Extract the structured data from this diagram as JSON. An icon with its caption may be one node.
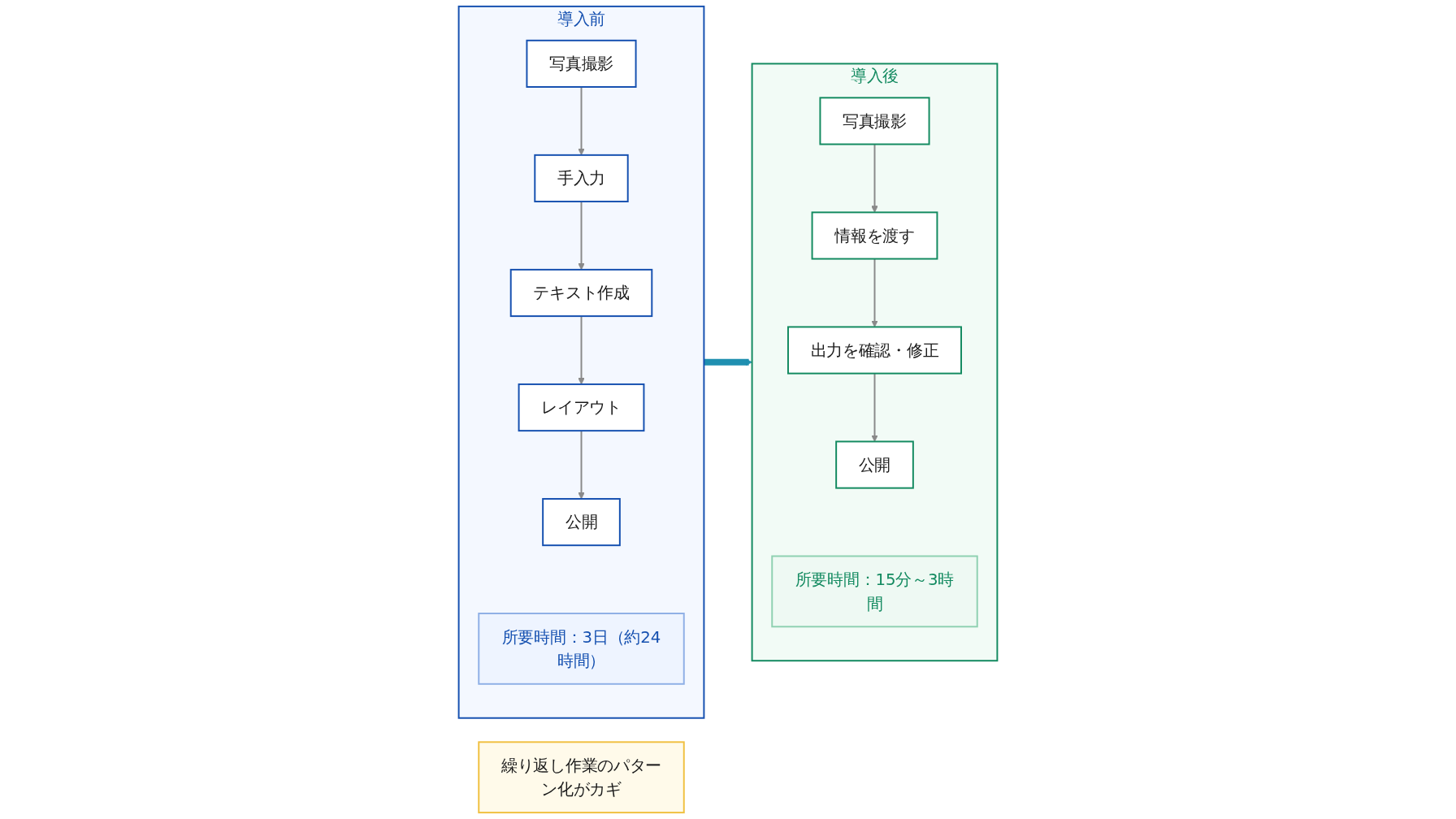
{
  "diagram": {
    "nodes": [
      {
        "text": [
          "導入前"
        ]
      },
      {
        "text": [
          "写真撮影"
        ],
        "in": 0
      },
      {
        "text": [
          "手入力"
        ],
        "in": 0
      },
      {
        "text": [
          "テキスト作成"
        ],
        "in": 0
      },
      {
        "text": [
          "レイアウト"
        ],
        "in": 0
      },
      {
        "text": [
          "公開"
        ],
        "in": 0
      },
      {
        "text": [
          "所要時間：3日（約24時間）"
        ],
        "in": 0
      },
      {
        "text": [
          "導入後"
        ]
      },
      {
        "text": [
          "写真撮影"
        ],
        "in": 7
      },
      {
        "text": [
          "情報を渡す"
        ],
        "in": 7
      },
      {
        "text": [
          "出力を確認・修正"
        ],
        "in": 7
      },
      {
        "text": [
          "公開"
        ],
        "in": 7
      },
      {
        "text": [
          "所要時間：15分～3時間"
        ],
        "in": 7
      },
      {
        "text": [
          "繰り返し作業のパターン化がカギ"
        ]
      }
    ],
    "edges": [
      {
        "from": 1,
        "to": 2,
        "arrow": "to"
      },
      {
        "from": 2,
        "to": 3,
        "arrow": "to"
      },
      {
        "from": 3,
        "to": 4,
        "arrow": "to"
      },
      {
        "from": 4,
        "to": 5,
        "arrow": "to"
      },
      {
        "from": 8,
        "to": 9,
        "arrow": "to"
      },
      {
        "from": 9,
        "to": 10,
        "arrow": "to"
      },
      {
        "from": 10,
        "to": 11,
        "arrow": "to"
      },
      {
        "from": 0,
        "to": 7,
        "arrow": "to",
        "style": "thick",
        "color": "#1f8fb0"
      }
    ]
  }
}
